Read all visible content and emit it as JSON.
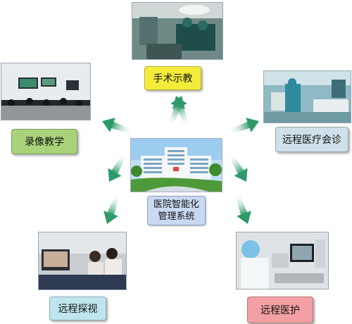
{
  "center": {
    "line1": "医院智能化",
    "line2": "管理系统"
  },
  "nodes": {
    "surgery": {
      "label": "手术示教",
      "photo": "operating-room-photo",
      "color": "#f4ec3a"
    },
    "recording": {
      "label": "录像教学",
      "photo": "classroom-screens-photo",
      "color": "#a9d37b"
    },
    "consultation": {
      "label": "远程医疗会诊",
      "photo": "hospital-ward-photo",
      "color": "#cfe0ea"
    },
    "visiting": {
      "label": "远程探视",
      "photo": "video-visit-photo",
      "color": "#bfe6ee"
    },
    "nursing": {
      "label": "远程医护",
      "photo": "nurse-video-photo",
      "color": "#f2a0a4"
    }
  },
  "arrow_color": "#2e9a6a"
}
